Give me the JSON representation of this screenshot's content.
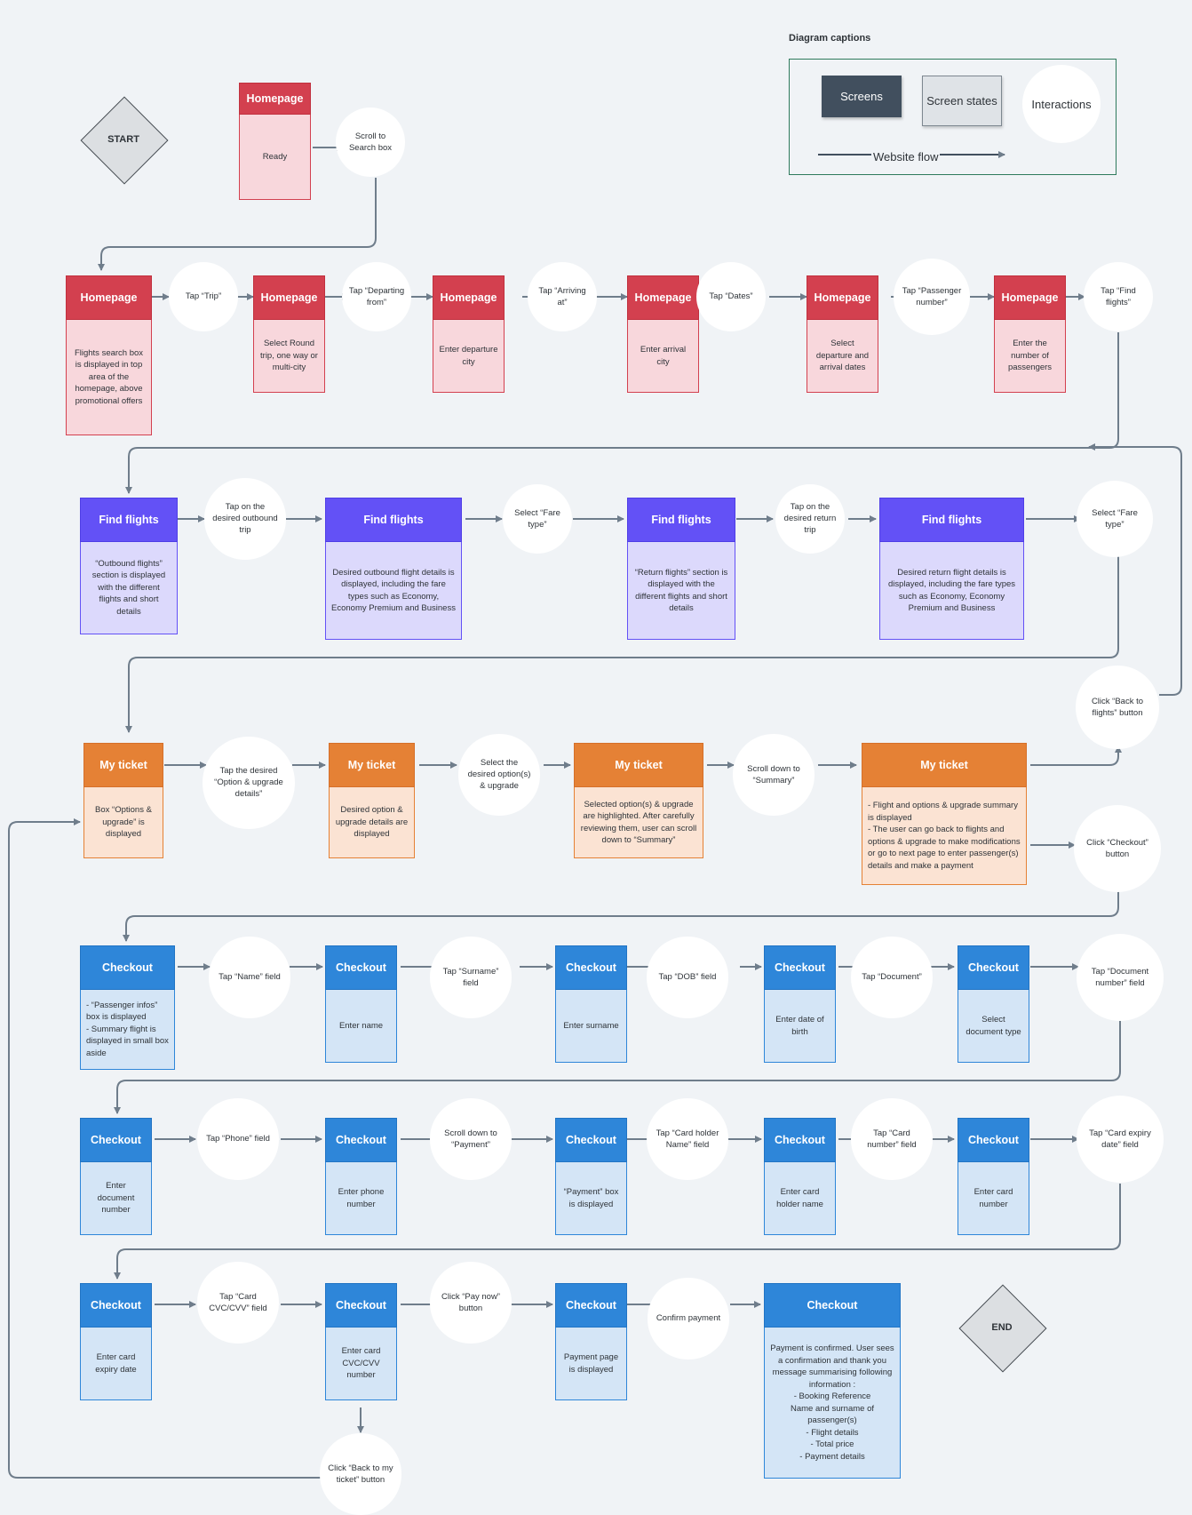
{
  "legend": {
    "title": "Diagram captions",
    "screens": "Screens",
    "screen_states": "Screen states",
    "interactions": "Interactions",
    "website_flow": "Website flow"
  },
  "start": "START",
  "end": "END",
  "colors": {
    "homepage": "#d3404f",
    "find_flights": "#6351f6",
    "my_ticket": "#e58135",
    "checkout": "#2e86d9",
    "flow_line": "#6f7d8b"
  },
  "row0": {
    "screen": {
      "title": "Homepage",
      "state": "Ready"
    },
    "action": "Scroll to Search box"
  },
  "row1": {
    "screens": [
      {
        "title": "Homepage",
        "state": "Flights search box is displayed in top area of the homepage, above promotional offers"
      },
      {
        "title": "Homepage",
        "state": "Select Round trip, one way or multi-city"
      },
      {
        "title": "Homepage",
        "state": "Enter departure city"
      },
      {
        "title": "Homepage",
        "state": "Enter arrival city"
      },
      {
        "title": "Homepage",
        "state": "Select departure and arrival dates"
      },
      {
        "title": "Homepage",
        "state": "Enter the number of passengers"
      }
    ],
    "actions": [
      "Tap “Trip”",
      "Tap “Departing from”",
      "Tap “Arriving at”",
      "Tap “Dates”",
      "Tap “Passenger number”",
      "Tap “Find flights”"
    ]
  },
  "row2": {
    "screens": [
      {
        "title": "Find flights",
        "state": "“Outbound flights” section is displayed with the different flights and short details"
      },
      {
        "title": "Find flights",
        "state": "Desired outbound flight details is displayed, including the fare types such as Economy, Economy Premium and Business"
      },
      {
        "title": "Find flights",
        "state": "“Return  flights” section is displayed with the different flights and short details"
      },
      {
        "title": "Find flights",
        "state": "Desired return flight details is displayed, including the fare types such as Economy, Economy Premium and Business"
      }
    ],
    "actions": [
      "Tap on the desired outbound trip",
      "Select “Fare type”",
      "Tap on the desired return trip",
      "Select “Fare type”"
    ]
  },
  "row3": {
    "screens": [
      {
        "title": "My ticket",
        "state": "Box “Options & upgrade”  is displayed"
      },
      {
        "title": "My ticket",
        "state": "Desired option & upgrade details are displayed"
      },
      {
        "title": "My ticket",
        "state": "Selected option(s) & upgrade are highlighted. After carefully reviewing them, user can scroll down to “Summary”"
      },
      {
        "title": "My ticket",
        "state": "- Flight and options & upgrade summary is displayed\n- The user can go back to flights and options & upgrade to make modifications or go to next page to enter passenger(s) details and make a payment"
      }
    ],
    "actions": [
      "Tap the desired “Option & upgrade details”",
      "Select the desired option(s) & upgrade",
      "Scroll down to “Summary”",
      "Click “Back to flights” button",
      "Click “Checkout” button"
    ]
  },
  "row4": {
    "screens": [
      {
        "title": "Checkout",
        "state": "- “Passenger infos” box is displayed\n- Summary flight is displayed in small box aside"
      },
      {
        "title": "Checkout",
        "state": "Enter name"
      },
      {
        "title": "Checkout",
        "state": "Enter surname"
      },
      {
        "title": "Checkout",
        "state": "Enter date of birth"
      },
      {
        "title": "Checkout",
        "state": "Select document type"
      }
    ],
    "actions": [
      "Tap “Name” field",
      "Tap “Surname” field",
      "Tap “DOB” field",
      "Tap “Document”",
      "Tap “Document number” field"
    ]
  },
  "row5": {
    "screens": [
      {
        "title": "Checkout",
        "state": "Enter document number"
      },
      {
        "title": "Checkout",
        "state": "Enter phone number"
      },
      {
        "title": "Checkout",
        "state": "“Payment” box is displayed"
      },
      {
        "title": "Checkout",
        "state": "Enter card holder name"
      },
      {
        "title": "Checkout",
        "state": "Enter card number"
      }
    ],
    "actions": [
      "Tap “Phone” field",
      "Scroll down to “Payment”",
      "Tap “Card holder Name” field",
      "Tap “Card number” field",
      "Tap “Card expiry date” field"
    ]
  },
  "row6": {
    "screens": [
      {
        "title": "Checkout",
        "state": "Enter card expiry date"
      },
      {
        "title": "Checkout",
        "state": "Enter card CVC/CVV number"
      },
      {
        "title": "Checkout",
        "state": "Payment page is displayed"
      },
      {
        "title": "Checkout",
        "state": "Payment is confirmed. User sees a confirmation and thank you message summarising following information :\n- Booking Reference\nName and surname of passenger(s)\n- Flight details\n- Total price\n- Payment details"
      }
    ],
    "actions": [
      "Tap “Card CVC/CVV” field",
      "Click “Pay now” button",
      "Confirm payment",
      "Click “Back to my ticket” button"
    ]
  }
}
